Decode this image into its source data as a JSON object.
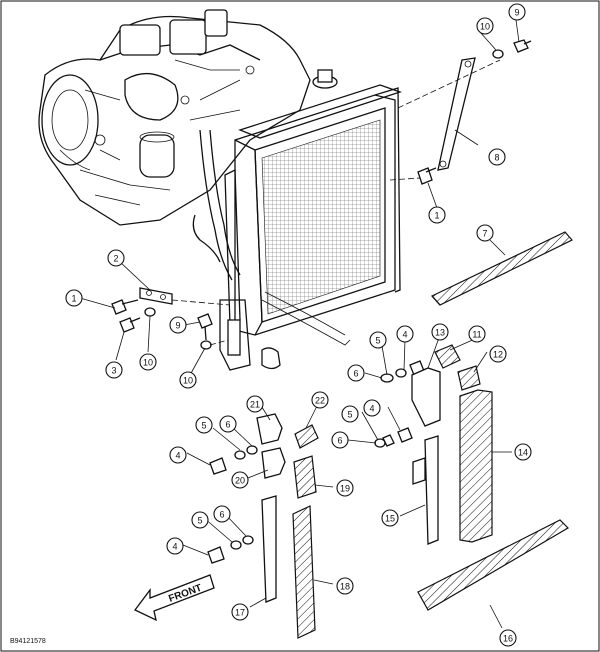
{
  "diagram": {
    "figure_code": "B94121578",
    "front_label": "FRONT",
    "callouts": [
      "1",
      "2",
      "3",
      "4",
      "5",
      "6",
      "7",
      "8",
      "9",
      "10",
      "11",
      "12",
      "13",
      "14",
      "15",
      "16",
      "17",
      "18",
      "19",
      "20",
      "21",
      "22"
    ]
  }
}
